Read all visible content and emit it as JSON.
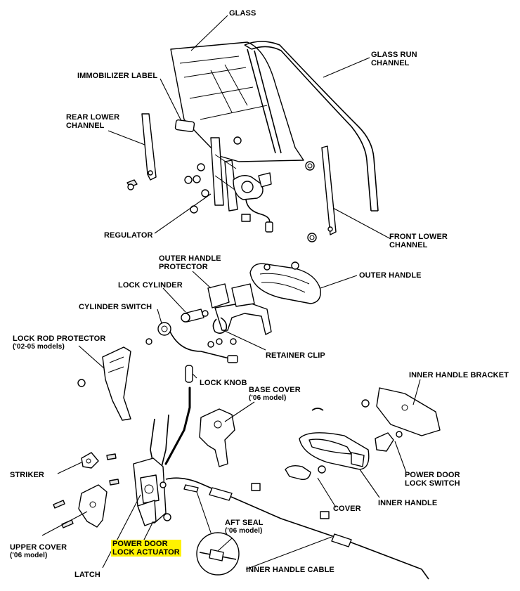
{
  "labels": {
    "glass": "GLASS",
    "glass_run_channel": [
      "GLASS RUN",
      "CHANNEL"
    ],
    "immobilizer_label": "IMMOBILIZER LABEL",
    "rear_lower_channel": [
      "REAR LOWER",
      "CHANNEL"
    ],
    "regulator": "REGULATOR",
    "front_lower_channel": [
      "FRONT LOWER",
      "CHANNEL"
    ],
    "outer_handle_protector": [
      "OUTER HANDLE",
      "PROTECTOR"
    ],
    "outer_handle": "OUTER HANDLE",
    "lock_cylinder": "LOCK CYLINDER",
    "cylinder_switch": "CYLINDER SWITCH",
    "lock_rod_protector": [
      "LOCK ROD PROTECTOR",
      "('02-05 models)"
    ],
    "retainer_clip": "RETAINER CLIP",
    "lock_knob": "LOCK KNOB",
    "base_cover": [
      "BASE COVER",
      "('06 model)"
    ],
    "inner_handle_bracket": "INNER HANDLE BRACKET",
    "striker": "STRIKER",
    "power_door_lock_switch": [
      "POWER DOOR",
      "LOCK SWITCH"
    ],
    "upper_cover": [
      "UPPER COVER",
      "('06 model)"
    ],
    "power_door_lock_actuator": [
      "POWER DOOR",
      "LOCK ACTUATOR"
    ],
    "aft_seal": [
      "AFT SEAL",
      "('06 model)"
    ],
    "cover": "COVER",
    "inner_handle": "INNER HANDLE",
    "latch": "LATCH",
    "inner_handle_cable": "INNER HANDLE CABLE"
  },
  "colors": {
    "highlight": "#fff200",
    "ink": "#000000"
  }
}
